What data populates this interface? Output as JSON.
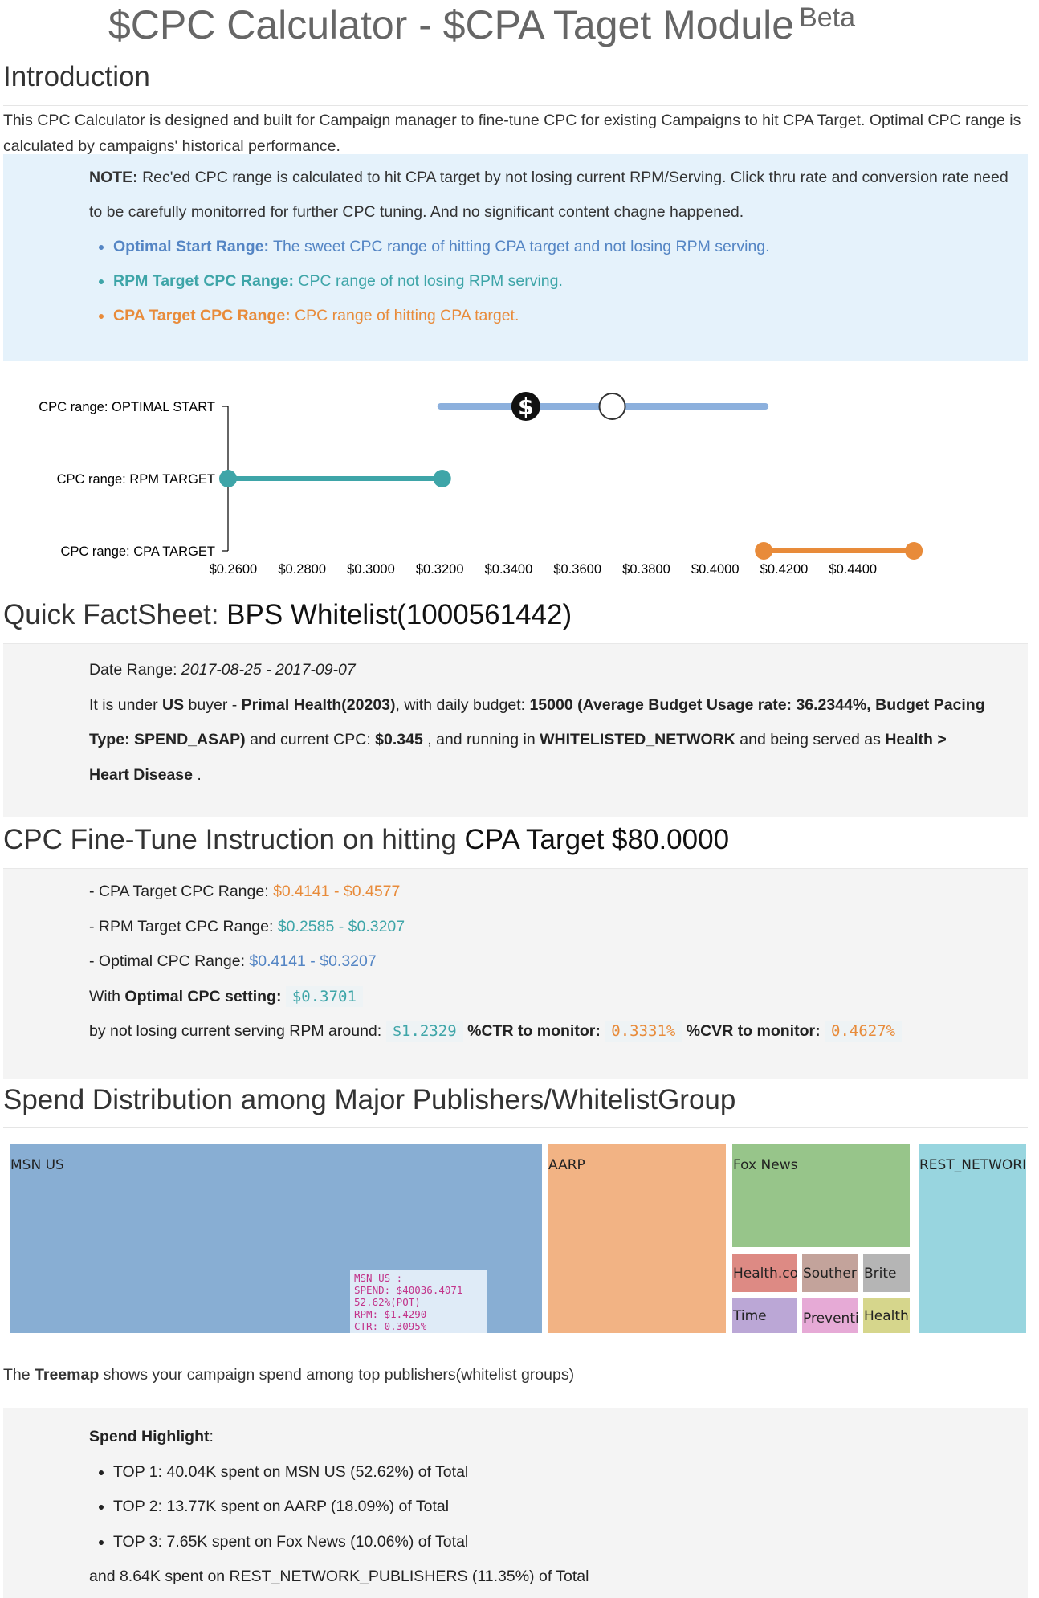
{
  "header": {
    "title": "$CPC Calculator - $CPA Taget Module",
    "badge": "Beta"
  },
  "intro": {
    "heading": "Introduction",
    "text": "This CPC Calculator is designed and built for Campaign manager to fine-tune CPC for existing Campaigns to hit CPA Target. Optimal CPC range is calculated by campaigns' historical performance."
  },
  "note": {
    "label": "NOTE:",
    "text": "Rec'ed CPC range is calculated to hit CPA target by not losing current RPM/Serving. Click thru rate and conversion rate need to be carefully monitorred for further CPC tuning. And no significant content chagne happened.",
    "items": [
      {
        "label": "Optimal Start Range:",
        "text": "The sweet CPC range of hitting CPA target and not losing RPM serving.",
        "color": "#5485c4"
      },
      {
        "label": "RPM Target CPC Range:",
        "text": "CPC range of not losing RPM serving.",
        "color": "#3ea5a8"
      },
      {
        "label": "CPA Target CPC Range:",
        "text": "CPC range of hitting CPA target.",
        "color": "#e88b3a"
      }
    ]
  },
  "chart_data": {
    "type": "range",
    "categories": [
      "CPC range: OPTIMAL START",
      "CPC range: RPM TARGET",
      "CPC range: CPA TARGET"
    ],
    "ticks": [
      "$0.2600",
      "$0.2800",
      "$0.3000",
      "$0.3200",
      "$0.3400",
      "$0.3600",
      "$0.3800",
      "$0.4000",
      "$0.4200",
      "$0.4400"
    ],
    "xlim": [
      0.2585,
      0.46
    ],
    "series": [
      {
        "category": "CPC range: OPTIMAL START",
        "start": 0.3207,
        "end": 0.4141,
        "color": "#8cb0dd"
      },
      {
        "category": "CPC range: RPM TARGET",
        "start": 0.2585,
        "end": 0.3207,
        "color": "#3ea5a8"
      },
      {
        "category": "CPC range: CPA TARGET",
        "start": 0.4141,
        "end": 0.4577,
        "color": "#e88b3a"
      }
    ],
    "markers": {
      "current_cpc": 0.345,
      "optimal_cpc": 0.3701
    }
  },
  "factsheet": {
    "heading_prefix": "Quick FactSheet: ",
    "heading_name": "BPS Whitelist(1000561442)",
    "date_label": "Date Range: ",
    "date_value": "2017-08-25 - 2017-09-07",
    "t1": "It is under ",
    "buyer": "US",
    "t2": " buyer - ",
    "advertiser": "Primal Health(20203)",
    "t3": ", with daily budget: ",
    "budget": "15000 (Average Budget Usage rate: 36.2344%, Budget Pacing Type: SPEND_ASAP)",
    "t4": " and current CPC: ",
    "cpc": "$0.345",
    "t5": " , and running in ",
    "network": "WHITELISTED_NETWORK",
    "t6": " and being served as ",
    "category": "Health > Heart Disease",
    "t7": " ."
  },
  "instruction": {
    "heading_prefix": "CPC Fine-Tune Instruction on hitting ",
    "heading_target": "CPA Target $80.0000",
    "cpa_label": "- CPA Target CPC Range: ",
    "cpa_value": "$0.4141 - $0.4577",
    "rpm_label": "- RPM Target CPC Range: ",
    "rpm_value": "$0.2585 - $0.3207",
    "opt_label": "- Optimal CPC Range: ",
    "opt_value": "$0.4141 - $0.3207",
    "with_label": "With ",
    "with_bold": "Optimal CPC setting:",
    "optimal_cpc": "$0.3701",
    "rpm_text": "by not losing current serving RPM around:",
    "rpm_around": "$1.2329",
    "ctr_label": "%CTR to monitor:",
    "ctr_value": "0.3331%",
    "cvr_label": "%CVR to monitor:",
    "cvr_value": "0.4627%"
  },
  "spend": {
    "heading": "Spend Distribution among Major Publishers/WhitelistGroup",
    "tiles": [
      {
        "name": "MSN US",
        "color": "#88aed3"
      },
      {
        "name": "AARP",
        "color": "#f2b384"
      },
      {
        "name": "Fox News",
        "color": "#97c58a"
      },
      {
        "name": "REST_NETWORK_PUBLISHERS",
        "color": "#98d5df"
      },
      {
        "name": "Health.com",
        "color": "#dd8a84"
      },
      {
        "name": "Southern Living",
        "color": "#c3a39b"
      },
      {
        "name": "Brite",
        "color": "#b5b5b5"
      },
      {
        "name": "Time",
        "color": "#bba7d6"
      },
      {
        "name": "Prevention",
        "color": "#e6aad6"
      },
      {
        "name": "Health",
        "color": "#d6d68c"
      }
    ],
    "tooltip": [
      "MSN US :",
      "SPEND: $40036.4071",
      "52.62%(POT)",
      "RPM: $1.4290",
      "CTR: 0.3095%"
    ],
    "caption_pre": "The ",
    "caption_bold": "Treemap",
    "caption_post": " shows your campaign spend among top publishers(whitelist groups)"
  },
  "highlight": {
    "title": "Spend Highlight",
    "colon": ":",
    "items": [
      "TOP 1: 40.04K spent on MSN US (52.62%) of Total",
      "TOP 2: 13.77K spent on AARP (18.09%) of Total",
      "TOP 3: 7.65K spent on Fox News (10.06%) of Total"
    ],
    "footer": "and 8.64K spent on REST_NETWORK_PUBLISHERS (11.35%) of Total"
  }
}
